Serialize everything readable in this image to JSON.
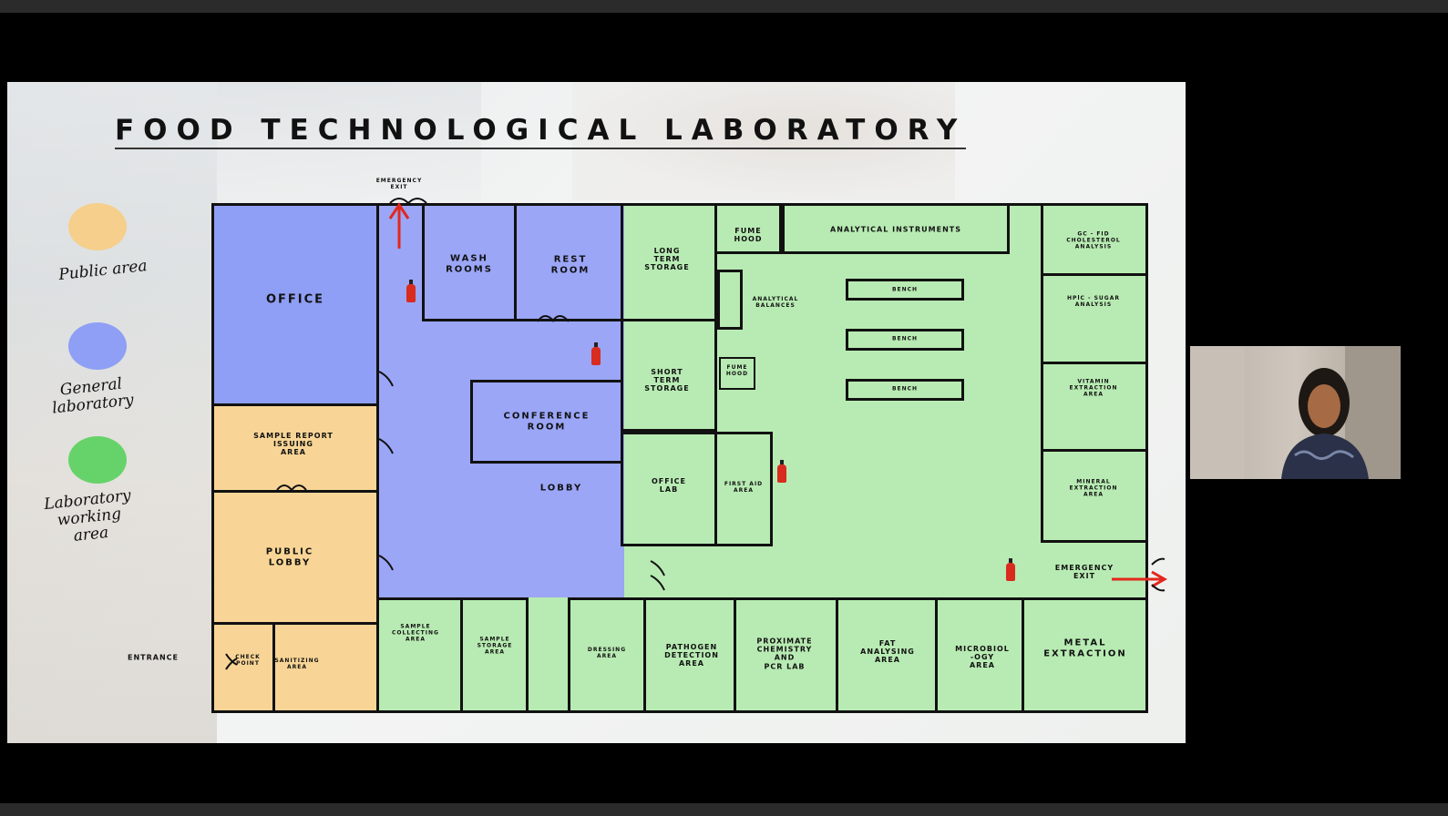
{
  "slide": {
    "title": "FOOD TECHNOLOGICAL LABORATORY",
    "legend": [
      {
        "label": "Public area",
        "color": "#f6cf8c"
      },
      {
        "label": "General laboratory",
        "color": "#8f9ff5"
      },
      {
        "label": "Laboratory working area",
        "color": "#66d36a"
      }
    ],
    "colors": {
      "public": "#f8d596",
      "general": "#9ba6f7",
      "lab": "#b8ebb3"
    },
    "rooms": {
      "office": "OFFICE",
      "wash_rooms": "WASH\nROOMS",
      "rest_room": "REST\nROOM",
      "long_term_storage": "LONG\nTERM\nSTORAGE",
      "fume_hood": "FUME\nHOOD",
      "analytical_instruments": "ANALYTICAL INSTRUMENTS",
      "gc_fid": "GC - FID\nCHOLESTEROL\nANALYSIS",
      "analytical_balances": "ANALYTICAL\nBALANCES",
      "bench_1": "BENCH",
      "bench_2": "BENCH",
      "bench_3": "BENCH",
      "hplc": "HPlC - SUGAR\nANALYSIS",
      "short_term_storage": "SHORT\nTERM\nSTORAGE",
      "fume_hood_small": "FUME\nHOOD",
      "conference_room": "CONFERENCE\nROOM",
      "vitamin_extraction": "VITAMIN\nEXTRACTION\nAREA",
      "sample_report": "SAMPLE REPORT\nISSUING\nAREA",
      "lobby": "LOBBY",
      "office_lab": "OFFICE\nLAB",
      "first_aid": "FIRST AID\nAREA",
      "mineral_extraction": "MINERAL\nEXTRACTION\nAREA",
      "public_lobby": "PUBLIC\nLOBBY",
      "emergency_exit_right": "EMERGENCY\nEXIT",
      "emergency_exit_top": "EMERGENCY\nEXIT",
      "sample_collecting": "SAMPLE\nCOLLECTING\nAREA",
      "sample_storage": "SAMPLE\nSTORAGE\nAREA",
      "dressing_area": "DRESSING\nAREA",
      "pathogen_detection": "PATHOGEN\nDETECTION\nAREA",
      "proximate_chemistry": "PROXIMATE\nCHEMISTRY\nAND\nPCR LAB",
      "fat_analysing": "FAT\nANALYSING\nAREA",
      "microbiology": "MICROBIOL\n-OGY\nAREA",
      "metal_extraction": "METAL\nEXTRACTION",
      "entrance": "ENTRANCE",
      "check_point": "CHECK\nPOINT",
      "sanitizing_area": "SANITIZING\nAREA"
    }
  },
  "webcam": {
    "label": "participant video"
  }
}
